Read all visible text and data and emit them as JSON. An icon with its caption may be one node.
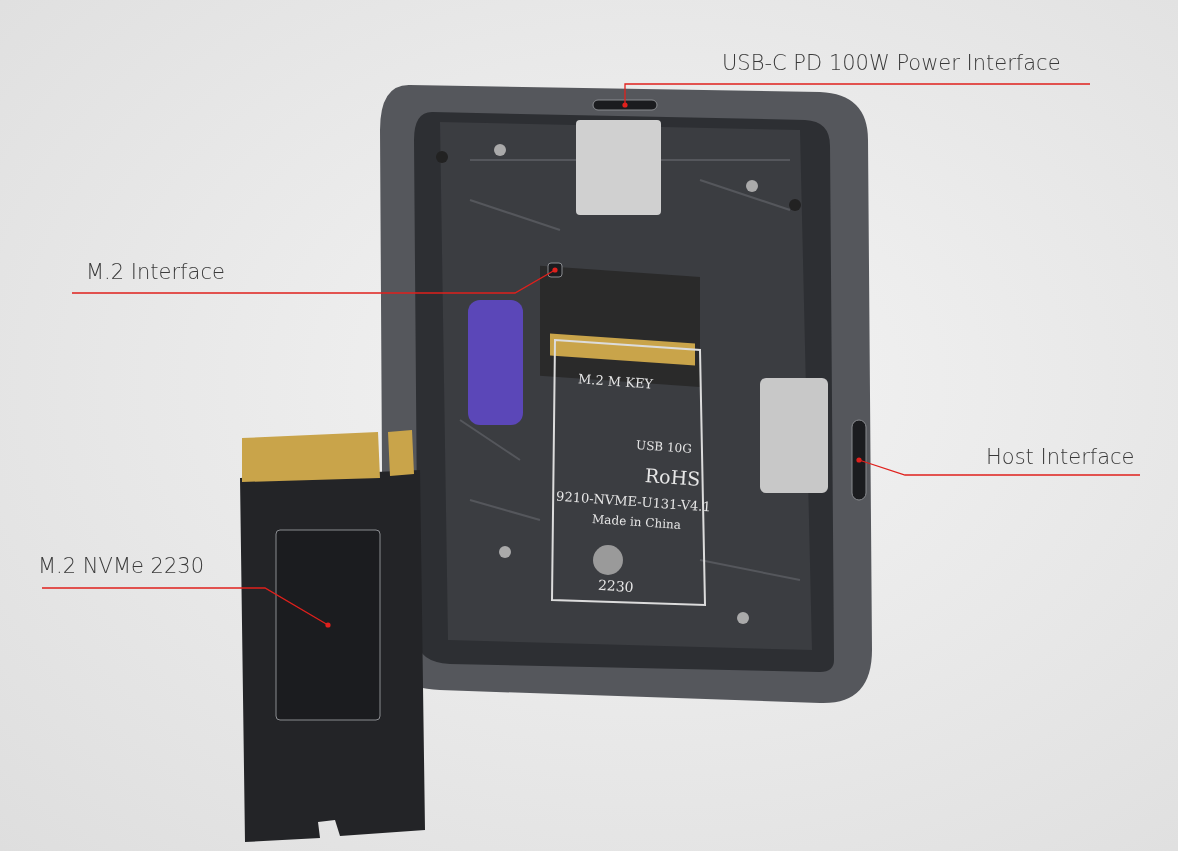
{
  "diagram": {
    "nodes": [
      {
        "text": [
          "USB-C PD 100W Power Interface"
        ]
      },
      {
        "text": [],
        "shape": "box"
      },
      {
        "text": [
          "M.2 Interface"
        ]
      },
      {
        "text": [],
        "shape": "box"
      },
      {
        "text": [
          "Host Interface"
        ]
      },
      {
        "text": [],
        "shape": "box"
      },
      {
        "text": [
          "M.2 NVMe 2230"
        ]
      },
      {
        "text": [],
        "shape": "box"
      }
    ],
    "edges": [
      {
        "from": 0,
        "to": 1,
        "arrow": "other",
        "color": "#e0201c"
      },
      {
        "from": 2,
        "to": 3,
        "arrow": "other",
        "color": "#e0201c"
      },
      {
        "from": 4,
        "to": 5,
        "arrow": "other",
        "color": "#e0201c"
      },
      {
        "from": 6,
        "to": 7,
        "arrow": "other",
        "color": "#e0201c"
      }
    ],
    "labels": [
      "M.2 M KEY",
      "USB 10G",
      "RoHS",
      "9210-NVME-U131-V4.1",
      "Made in China",
      "2230"
    ]
  }
}
